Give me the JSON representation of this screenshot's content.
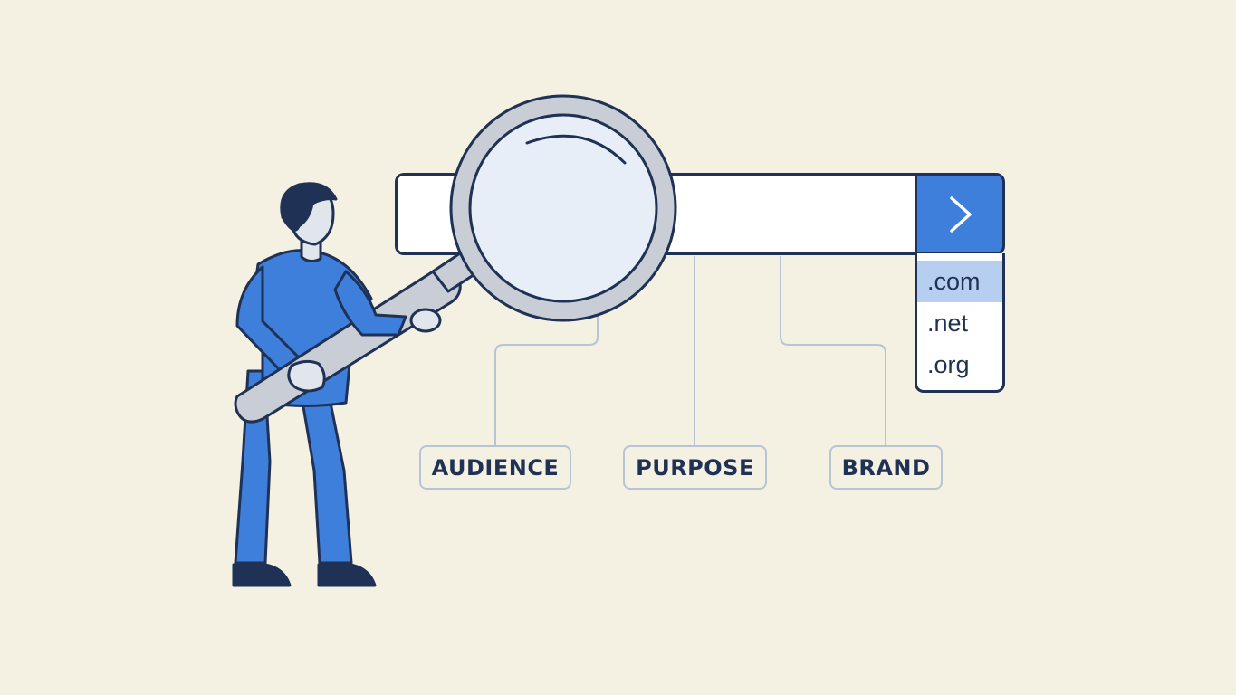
{
  "search": {
    "query": "",
    "submit_icon": "chevron-right-icon",
    "tld_options": [
      ".com",
      ".net",
      ".org"
    ],
    "selected_tld": ".com"
  },
  "tags": {
    "audience": "AUDIENCE",
    "purpose": "PURPOSE",
    "brand": "BRAND"
  },
  "colors": {
    "background": "#f4f0e2",
    "accent_blue": "#3f7fdc",
    "outline_navy": "#1f3154",
    "selected_highlight": "#b6cff1",
    "magnifier_grey": "#c8cdd6",
    "connector_line": "#b8c4d6"
  },
  "illustration": {
    "figure": "person-holding-magnifying-glass",
    "tool": "magnifying-glass-icon"
  }
}
